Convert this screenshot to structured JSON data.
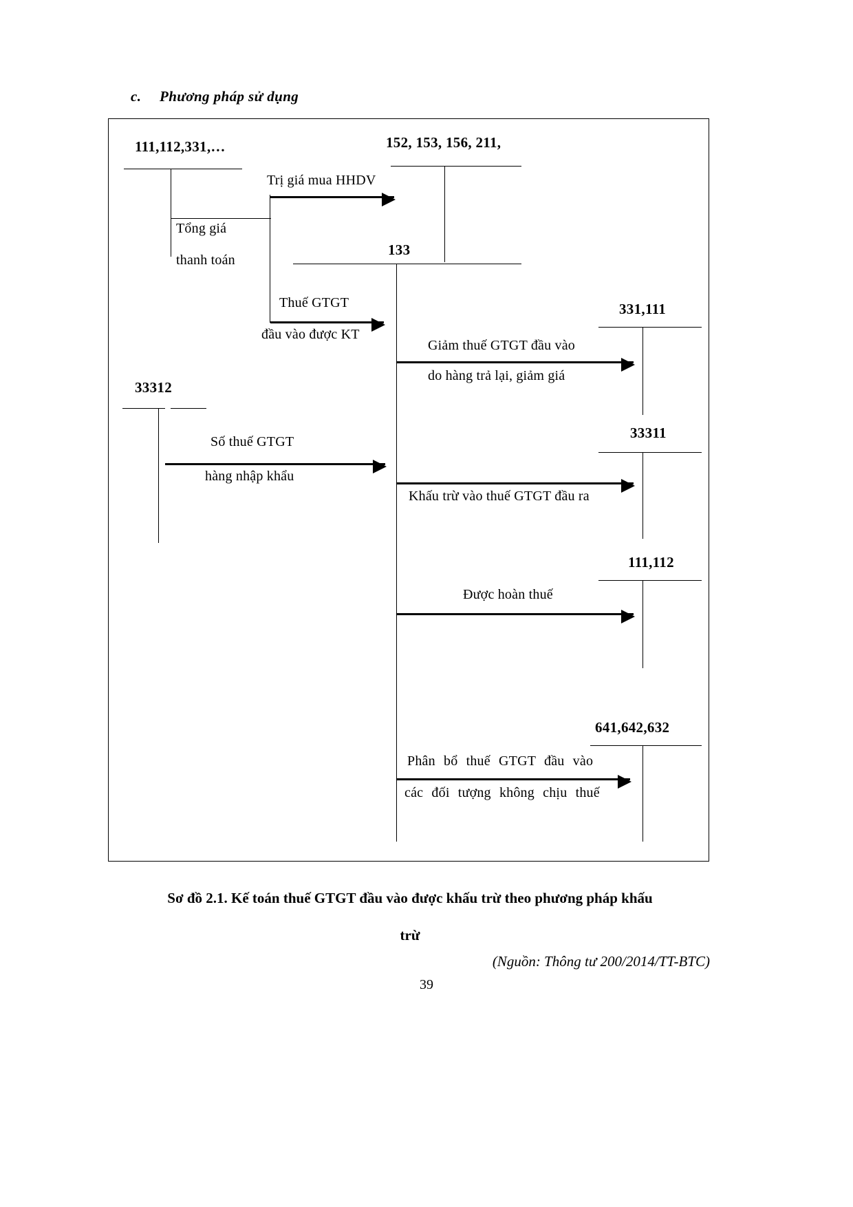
{
  "heading": {
    "marker": "c.",
    "text": "Phương pháp sử dụng"
  },
  "diagram": {
    "accounts": {
      "a111_112_331": "111,112,331,…",
      "a152_153_156_211": "152, 153, 156, 211,",
      "a133": "133",
      "a331_111": "331,111",
      "a33312": "33312",
      "a33311": "33311",
      "a111_112": "111,112",
      "a641_642_632": "641,642,632"
    },
    "flows": {
      "tri_gia_mua": "Trị giá mua HHDV",
      "tong_gia": "Tổng giá",
      "thanh_toan": "thanh toán",
      "thue_gtgt": "Thuế GTGT",
      "dau_vao_duoc_kt": "đầu vào được KT",
      "giam_thue_line1": "Giảm thuế GTGT đầu vào",
      "giam_thue_line2": "do hàng trả lại, giảm giá",
      "so_thue_line1": "Số thuế GTGT",
      "so_thue_line2": "hàng nhập khẩu",
      "khau_tru": "Khấu trừ vào thuế GTGT đầu ra",
      "duoc_hoan_thue": "Được hoàn thuế",
      "phan_bo_line1": "Phân bổ thuế GTGT đầu vào",
      "phan_bo_line2": "các đối tượng không chịu thuế"
    }
  },
  "caption": {
    "line1": "Sơ đồ 2.1. Kế toán thuế GTGT đầu vào được khấu trừ theo phương pháp khấu",
    "line2": "trừ"
  },
  "source": "(Nguồn: Thông tư 200/2014/TT-BTC)",
  "page_number": "39"
}
